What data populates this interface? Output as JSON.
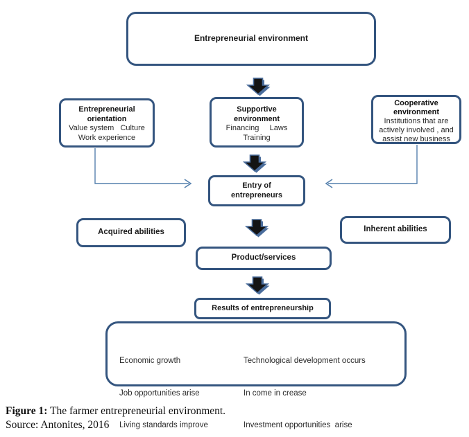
{
  "diagram": {
    "top_box": {
      "label": "Entrepreneurial environment"
    },
    "orientation_box": {
      "title": [
        "Entrepreneurial",
        "orientation"
      ],
      "lines": [
        "Value system   Culture",
        "Work experience"
      ]
    },
    "supportive_box": {
      "title": [
        "Supportive",
        "environment"
      ],
      "lines": [
        "Financing     Laws",
        "Training"
      ]
    },
    "cooperative_box": {
      "title": [
        "Cooperative",
        "environment"
      ],
      "lines": [
        "Institutions that are",
        "actively involved , and",
        "assist new business"
      ]
    },
    "entry_box": {
      "title": [
        "Entry of",
        "entrepreneurs"
      ]
    },
    "acquired_box": {
      "label": "Acquired abilities"
    },
    "inherent_box": {
      "label": "Inherent abilities"
    },
    "product_box": {
      "label": "Product/services"
    },
    "results_box": {
      "label": "Results of entrepreneurship"
    },
    "outcomes_box": {
      "col1": [
        "Economic growth",
        "Job opportunities arise",
        "Living standards improve"
      ],
      "col2": [
        "Technological development occurs",
        "In come in crease",
        "Investment opportunities  arise"
      ]
    },
    "colors": {
      "box_border": "#34557f",
      "connector_line": "#5580ad",
      "arrow_fill": "#141414",
      "arrow_stroke": "#4a6d9c",
      "text": "#1b1b1b"
    }
  },
  "caption": {
    "figure_label": "Figure 1:",
    "figure_text": " The farmer entrepreneurial environment.",
    "source": "Source: Antonites, 2016"
  }
}
